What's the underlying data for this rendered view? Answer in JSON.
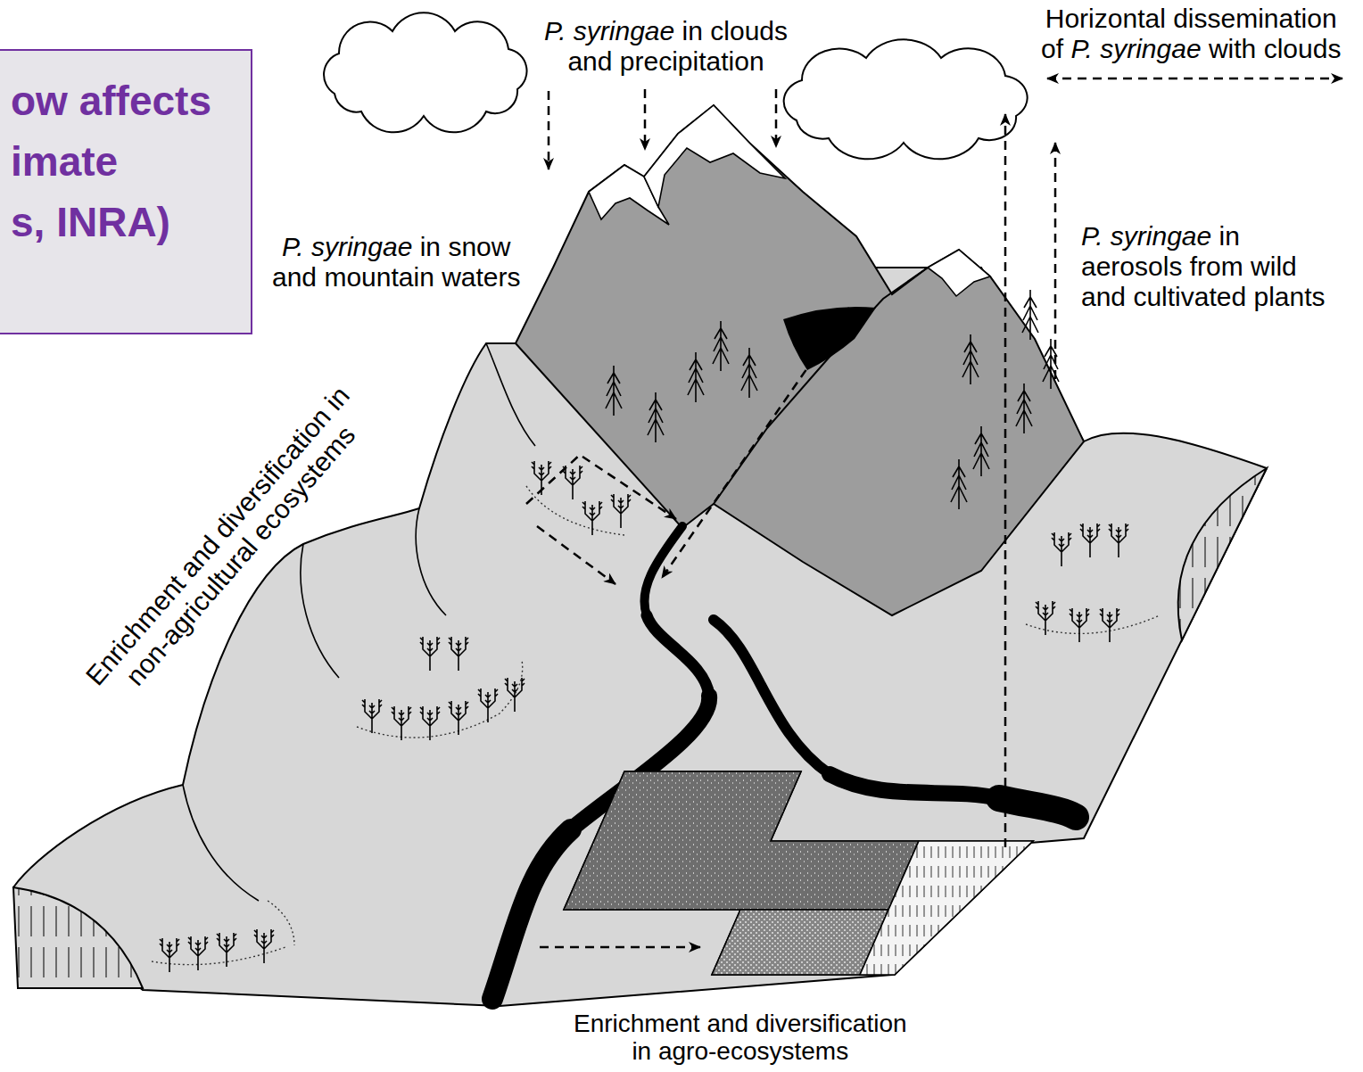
{
  "diagram": {
    "nodes": [
      {
        "text": [
          "ow affects imate s, INRA)"
        ]
      }
    ],
    "labels": [
      "P. syringae in clouds and precipitation",
      "Horizontal dissemination of P. syringae with clouds",
      "P. syringae in snow and mountain waters",
      "P. syringae in aerosols from wild and cultivated plants",
      "Enrichment and diversification in non-agricultural ecosystems",
      "Enrichment and diversification in agro-ecosystems"
    ]
  }
}
